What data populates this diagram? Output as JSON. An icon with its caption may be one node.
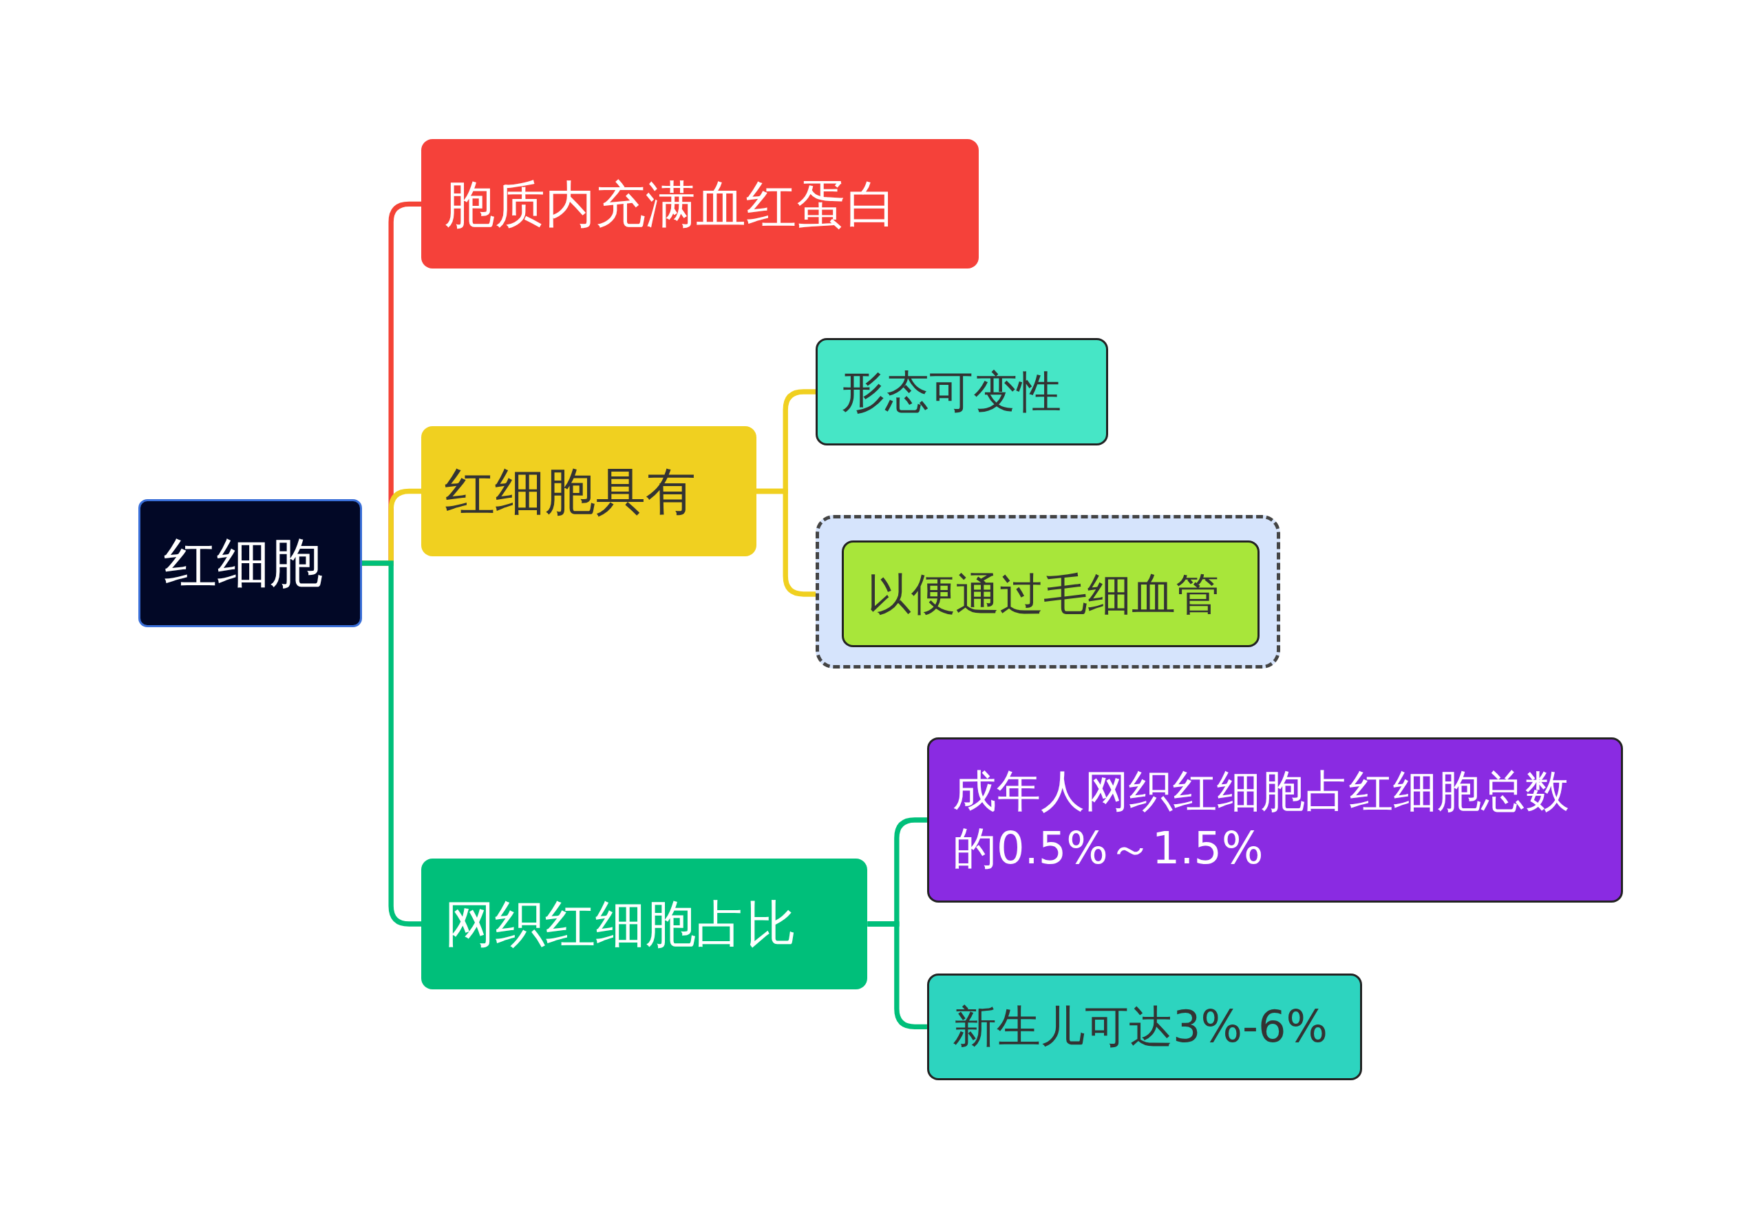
{
  "diagram": {
    "nodes": [
      {
        "text": [
          "红细胞"
        ]
      },
      {
        "text": [
          "胞质内充满血红蛋白"
        ]
      },
      {
        "text": [
          "红细胞具有"
        ]
      },
      {
        "text": [
          "形态可变性"
        ]
      },
      {
        "text": [],
        "shape": "box"
      },
      {
        "text": [
          "以便通过毛细血管"
        ],
        "in": 4
      },
      {
        "text": [
          "网织红细胞占比"
        ]
      },
      {
        "text": [
          "成年人网织红细胞占红细胞总数的0.5%～1.5%"
        ]
      },
      {
        "text": [
          "新生儿可达3%-6%"
        ]
      }
    ],
    "edges": [
      {
        "from": 0,
        "to": 1,
        "arrow": "none",
        "color": "#f44336"
      },
      {
        "from": 0,
        "to": 2,
        "arrow": "none",
        "color": "#f0d020"
      },
      {
        "from": 0,
        "to": 6,
        "arrow": "none",
        "color": "#00bf7a"
      },
      {
        "from": 2,
        "to": 3,
        "arrow": "none",
        "color": "#f0d020"
      },
      {
        "from": 2,
        "to": 5,
        "arrow": "none",
        "color": "#f0d020"
      },
      {
        "from": 6,
        "to": 7,
        "arrow": "none",
        "color": "#00bf7a"
      },
      {
        "from": 6,
        "to": 8,
        "arrow": "none",
        "color": "#00bf7a"
      }
    ]
  }
}
